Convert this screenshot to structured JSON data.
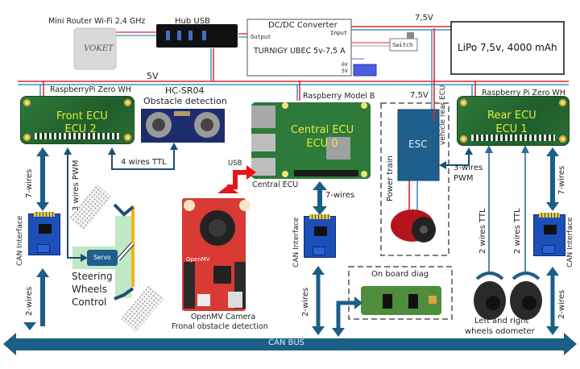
{
  "diagram": {
    "title": "Vehicle ECU architecture",
    "power": {
      "rail_5v_label": "5V",
      "rail_7v5_label_top": "7,5V",
      "rail_7v5_label_esc": "7,5V"
    },
    "components": {
      "mini_router": "Mini Router Wi-Fi 2,4 GHz",
      "router_brand": "VOKET",
      "hub_usb": "Hub USB",
      "dcdc_title": "DC/DC Converter",
      "dcdc_input": "Input",
      "dcdc_output": "Output",
      "dcdc_model": "TURNIGY UBEC 5v-7,5 A",
      "dcdc_6v": "6V",
      "dcdc_5v": "5V",
      "switch": "Switch",
      "battery": "LiPo 7,5v, 4000 mAh",
      "front_pi_label": "RaspberryPi Zero WH",
      "front_ecu_line1": "Front ECU",
      "front_ecu_line2": "ECU 2",
      "hcsr04_title": "HC-SR04",
      "hcsr04_subtitle": "Obstacle detection",
      "central_pi_label": "Raspberry Model B",
      "central_ecu_line1": "Central  ECU",
      "central_ecu_line2": "ECU 0",
      "central_ecu_caption": "Central ECU",
      "rear_pi_label": "Raspberry Pi Zero WH",
      "rear_ecu_line1": "Rear ECU",
      "rear_ecu_line2": "ECU 1",
      "esc": "ESC",
      "power_train": "Power train",
      "vehicle_rear_ecu": "vehicle rear ECU",
      "openmv_line1": "OpenMV  Camera",
      "openmv_line2": "Fronal obstacle detection",
      "openmv_brand": "OpenMV",
      "on_board_diag": "On board diag",
      "servo": "Servo",
      "steering_line1": "Steering",
      "steering_line2": "Wheels",
      "steering_line3": "Control",
      "odometer_line1": "Left and right",
      "odometer_line2": "wheels odometer",
      "can_interface": "CAN Interface",
      "can_bus": "CAN BUS"
    },
    "links": {
      "four_wires_ttl": "4 wires TTL",
      "three_wires_pwm_front": "3 wires PWM",
      "seven_wires_front": "7-wires",
      "two_wires_front": "2-wires",
      "usb": "USB",
      "seven_wires_central": "7-wires",
      "two_wires_central": "2-wires",
      "three_wires_pwm_rear_1": "3-wires",
      "three_wires_pwm_rear_2": "PWM",
      "two_wires_ttl_left": "2 wires TTL",
      "two_wires_ttl_right": "2 wires TTL",
      "seven_wires_rear": "7-wires",
      "two_wires_rear": "2-wires"
    },
    "colors": {
      "bus_blue": "#1b5e86",
      "wire_red": "#e0262b",
      "wire_blue": "#3b8fc9",
      "esc_blue": "#1f5f8c",
      "usb_arrow_red": "#e8141b",
      "ecu_text_yellow": "#e8ec3a"
    }
  }
}
